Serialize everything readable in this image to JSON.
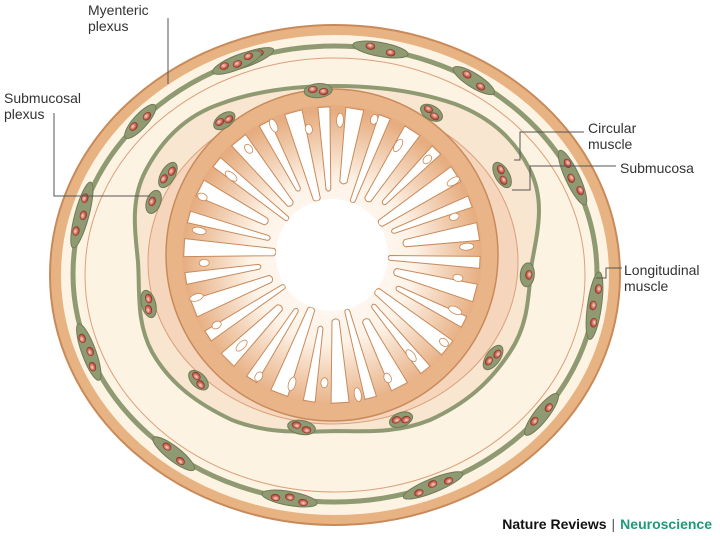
{
  "labels": {
    "myenteric_plexus": [
      "Myenteric",
      "plexus"
    ],
    "submucosal_plexus": [
      "Submucosal",
      "plexus"
    ],
    "circular_muscle": [
      "Circular",
      "muscle"
    ],
    "submucosa": "Submucosa",
    "longitudinal_muscle": [
      "Longitudinal",
      "muscle"
    ]
  },
  "credit": {
    "publisher": "Nature Reviews",
    "separator": "|",
    "journal": "Neuroscience"
  },
  "colors": {
    "outer_wall": "#e8b383",
    "outer_edge": "#c98a5a",
    "muscle_band": "#fdf3e2",
    "plexus_strand": "#8f9a72",
    "ganglion_node": "#b84a3a",
    "submucosa_ring": "#f5d6bd",
    "mucosa": "#e9b488",
    "lumen": "#ffffff",
    "credit_accent": "#1e9a78"
  }
}
